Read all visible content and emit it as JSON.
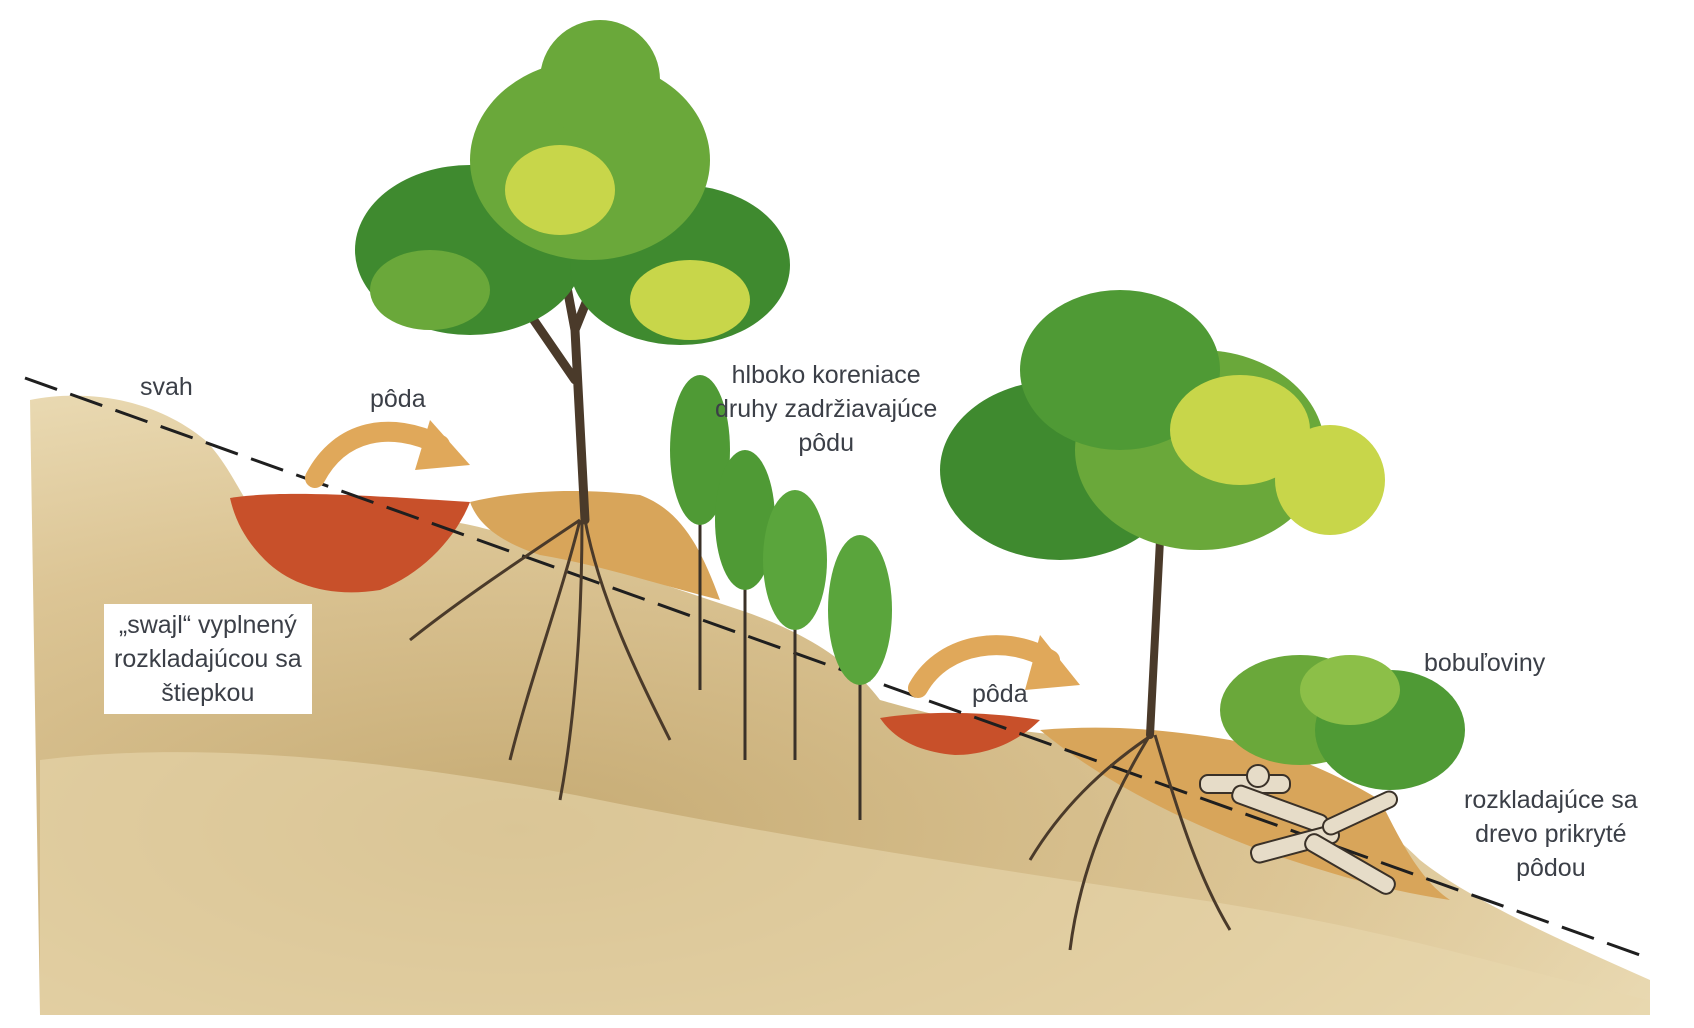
{
  "labels": {
    "svah": "svah",
    "poda_top": "pôda",
    "deep_rooting": [
      "hlboko koreniace",
      "druhy zadržiavajúce",
      "pôdu"
    ],
    "swale": [
      "„swajl“ vyplnený",
      "rozkladajúcou sa",
      "štiepkou"
    ],
    "poda_mid": "pôda",
    "berries": "bobuľoviny",
    "rotting_wood": [
      "rozkladajúce sa",
      "drevo prikryté",
      "pôdou"
    ]
  },
  "colors": {
    "soil_light": "#e2cfa0",
    "soil_dark": "#c6ab74",
    "mulch_red": "#c8502a",
    "topsoil_tan": "#d8a55a",
    "arrow_tan": "#e0a85a",
    "foliage_dark": "#3f8a2f",
    "foliage_mid": "#6aa83a",
    "foliage_light": "#c8d64a",
    "trunk": "#4a3a2a",
    "text": "#3b3f47"
  }
}
